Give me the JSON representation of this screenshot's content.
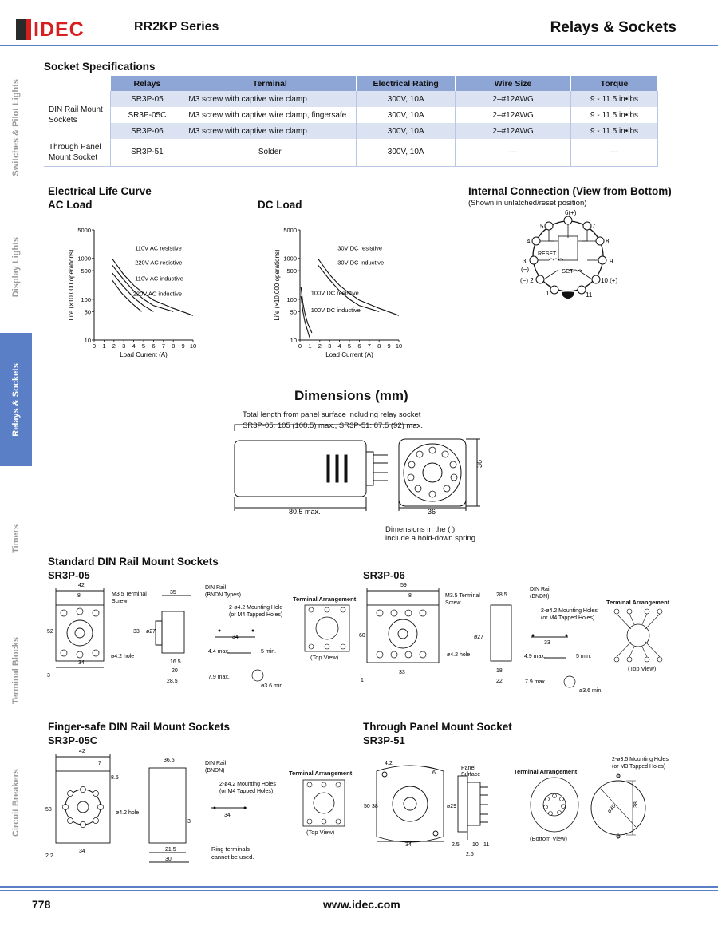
{
  "header": {
    "brand": "IDEC",
    "series": "RR2KP Series",
    "category": "Relays & Sockets"
  },
  "side_nav": [
    {
      "label": "Switches & Pilot Lights",
      "active": false
    },
    {
      "label": "Display Lights",
      "active": false
    },
    {
      "label": "Relays & Sockets",
      "active": true
    },
    {
      "label": "Timers",
      "active": false
    },
    {
      "label": "Terminal Blocks",
      "active": false
    },
    {
      "label": "Circuit Breakers",
      "active": false
    }
  ],
  "socket_specs": {
    "title": "Socket Specifications",
    "headers": [
      "Relays",
      "Terminal",
      "Electrical Rating",
      "Wire Size",
      "Torque"
    ],
    "din_group_label": "DIN Rail Mount Sockets",
    "panel_group_label": "Through Panel Mount Socket",
    "rows": [
      {
        "relay": "SR3P-05",
        "terminal": "M3 screw with captive wire clamp",
        "rating": "300V, 10A",
        "wire": "2–#12AWG",
        "torque": "9 - 11.5 in•lbs"
      },
      {
        "relay": "SR3P-05C",
        "terminal": "M3 screw with captive wire clamp, fingersafe",
        "rating": "300V, 10A",
        "wire": "2–#12AWG",
        "torque": "9 - 11.5 in•lbs"
      },
      {
        "relay": "SR3P-06",
        "terminal": "M3 screw with captive wire clamp",
        "rating": "300V, 10A",
        "wire": "2–#12AWG",
        "torque": "9 - 11.5 in•lbs"
      },
      {
        "relay": "SR3P-51",
        "terminal": "Solder",
        "rating": "300V, 10A",
        "wire": "—",
        "torque": "—"
      }
    ]
  },
  "life_curve": {
    "title": "Electrical Life Curve",
    "ac_title": "AC Load",
    "dc_title": "DC Load",
    "ylabel": "Life (×10,000 operations)",
    "xlabel": "Load Current (A)",
    "y_ticks": [
      "5000",
      "1000",
      "500",
      "100",
      "50",
      "10"
    ],
    "x_ticks": [
      "0",
      "1",
      "2",
      "3",
      "4",
      "5",
      "6",
      "7",
      "8",
      "9",
      "10"
    ],
    "ac_labels": [
      "110V AC resistive",
      "220V AC resistive",
      "110V AC inductive",
      "220V AC inductive"
    ],
    "dc_labels": [
      "30V DC resistive",
      "30V DC inductive",
      "100V DC resistive",
      "100V DC inductive"
    ]
  },
  "chart_data": [
    {
      "type": "line",
      "title": "AC Load",
      "xlabel": "Load Current (A)",
      "ylabel": "Life (×10,000 operations)",
      "xlim": [
        0,
        10
      ],
      "ylim": [
        10,
        5000
      ],
      "yscale": "log",
      "series": [
        {
          "name": "110V AC resistive",
          "x": [
            1.8,
            3,
            4,
            5,
            6,
            8,
            10
          ],
          "y": [
            1000,
            400,
            220,
            140,
            95,
            60,
            40
          ]
        },
        {
          "name": "220V AC resistive",
          "x": [
            1.8,
            3,
            4,
            5,
            6,
            8
          ],
          "y": [
            700,
            300,
            160,
            100,
            70,
            50
          ]
        },
        {
          "name": "110V AC inductive",
          "x": [
            1.8,
            3,
            4,
            5,
            6
          ],
          "y": [
            450,
            200,
            110,
            70,
            50
          ]
        },
        {
          "name": "220V AC inductive",
          "x": [
            1.8,
            2.8,
            3.8,
            4.8
          ],
          "y": [
            300,
            140,
            80,
            50
          ]
        }
      ]
    },
    {
      "type": "line",
      "title": "DC Load",
      "xlabel": "Load Current (A)",
      "ylabel": "Life (×10,000 operations)",
      "xlim": [
        0,
        10
      ],
      "ylim": [
        10,
        5000
      ],
      "yscale": "log",
      "series": [
        {
          "name": "30V DC resistive",
          "x": [
            1.8,
            3,
            4,
            5,
            6,
            8,
            10
          ],
          "y": [
            1000,
            400,
            220,
            140,
            95,
            60,
            40
          ]
        },
        {
          "name": "30V DC inductive",
          "x": [
            1.8,
            3,
            4,
            5,
            6,
            8
          ],
          "y": [
            700,
            300,
            160,
            100,
            70,
            50
          ]
        },
        {
          "name": "100V DC resistive",
          "x": [
            0.1,
            0.3,
            0.5,
            0.8,
            1.2
          ],
          "y": [
            200,
            80,
            45,
            25,
            15
          ]
        },
        {
          "name": "100V DC inductive",
          "x": [
            0.1,
            0.3,
            0.5,
            0.8,
            1.0
          ],
          "y": [
            120,
            50,
            28,
            16,
            11
          ]
        }
      ]
    }
  ],
  "internal_connection": {
    "title": "Internal Connection (View from Bottom)",
    "subtitle": "(Shown in unlatched/reset position)",
    "pins": [
      "6(+)",
      "5",
      "7",
      "4",
      "8",
      "3",
      "(−)",
      "9",
      "(−) 2",
      "10 (+)",
      "1",
      "11"
    ],
    "reset_label": "RESET",
    "set_label": "SET"
  },
  "dimensions": {
    "title": "Dimensions (mm)",
    "note_line1": "Total length from panel surface including relay socket",
    "note_line2": "SR3P-05: 105 (108.5) max., SR3P-51: 87.5 (92) max.",
    "length": "80.5 max.",
    "width": "36",
    "height": "36",
    "footnote_line1": "Dimensions in the (  )",
    "footnote_line2": "include a hold-down spring."
  },
  "standard_din": {
    "title": "Standard DIN Rail Mount Sockets",
    "sr3p05": {
      "model": "SR3P-05",
      "dims": [
        "42",
        "8",
        "M3.5 Terminal",
        "Screw",
        "35",
        "DIN Rail",
        "(BNDN Types)",
        "52",
        "33",
        "ø27",
        "34",
        "ø4.2 hole",
        "3",
        "16.5",
        "20",
        "28.5"
      ],
      "mount": [
        "2-ø4.2 Mounting Hole",
        "(or M4 Tapped Holes)",
        "34",
        "4.4 max.",
        "5 min.",
        "7.9 max.",
        "ø3.6 min."
      ],
      "terminal_arrangement": "Terminal Arrangement",
      "top_view": "(Top View)"
    },
    "sr3p06": {
      "model": "SR3P-06",
      "dims": [
        "59",
        "8",
        "M3.5 Terminal",
        "Screw",
        "28.5",
        "DIN Rail",
        "(BNDN)",
        "60",
        "ø27",
        "33",
        "ø4.2 hole",
        "1",
        "18",
        "22"
      ],
      "mount": [
        "2-ø4.2 Mounting Holes",
        "(or M4 Tapped Holes)",
        "33",
        "4.9 max.",
        "5 min.",
        "7.9 max.",
        "ø3.6 min."
      ],
      "terminal_arrangement": "Terminal Arrangement",
      "top_view": "(Top View)"
    }
  },
  "finger_safe": {
    "title": "Finger-safe DIN Rail Mount Sockets",
    "model": "SR3P-05C",
    "dims": [
      "42",
      "7",
      "8.5",
      "58",
      "34",
      "ø4.2 hole",
      "2.2",
      "36.5",
      "DIN Rail",
      "(BNDN)",
      "3",
      "21.5",
      "30"
    ],
    "mount": [
      "2-ø4.2 Mounting Holes",
      "(or M4 Tapped Holes)",
      "34"
    ],
    "ring_note_line1": "Ring terminals",
    "ring_note_line2": "cannot be used.",
    "terminal_arrangement": "Terminal Arrangement",
    "top_view": "(Top View)"
  },
  "through_panel": {
    "title": "Through Panel Mount Socket",
    "model": "SR3P-51",
    "dims": [
      "4.2",
      "6",
      "Panel",
      "Surface",
      "50",
      "38",
      "ø29",
      "34",
      "2.5",
      "10",
      "11",
      "2.5"
    ],
    "mount": [
      "2-ø3.5 Mounting Holes",
      "(or M3 Tapped Holes)",
      "ø30",
      "38"
    ],
    "terminal_arrangement": "Terminal Arrangement",
    "bottom_view": "(Bottom View)"
  },
  "footer": {
    "page_number": "778",
    "url": "www.idec.com"
  }
}
